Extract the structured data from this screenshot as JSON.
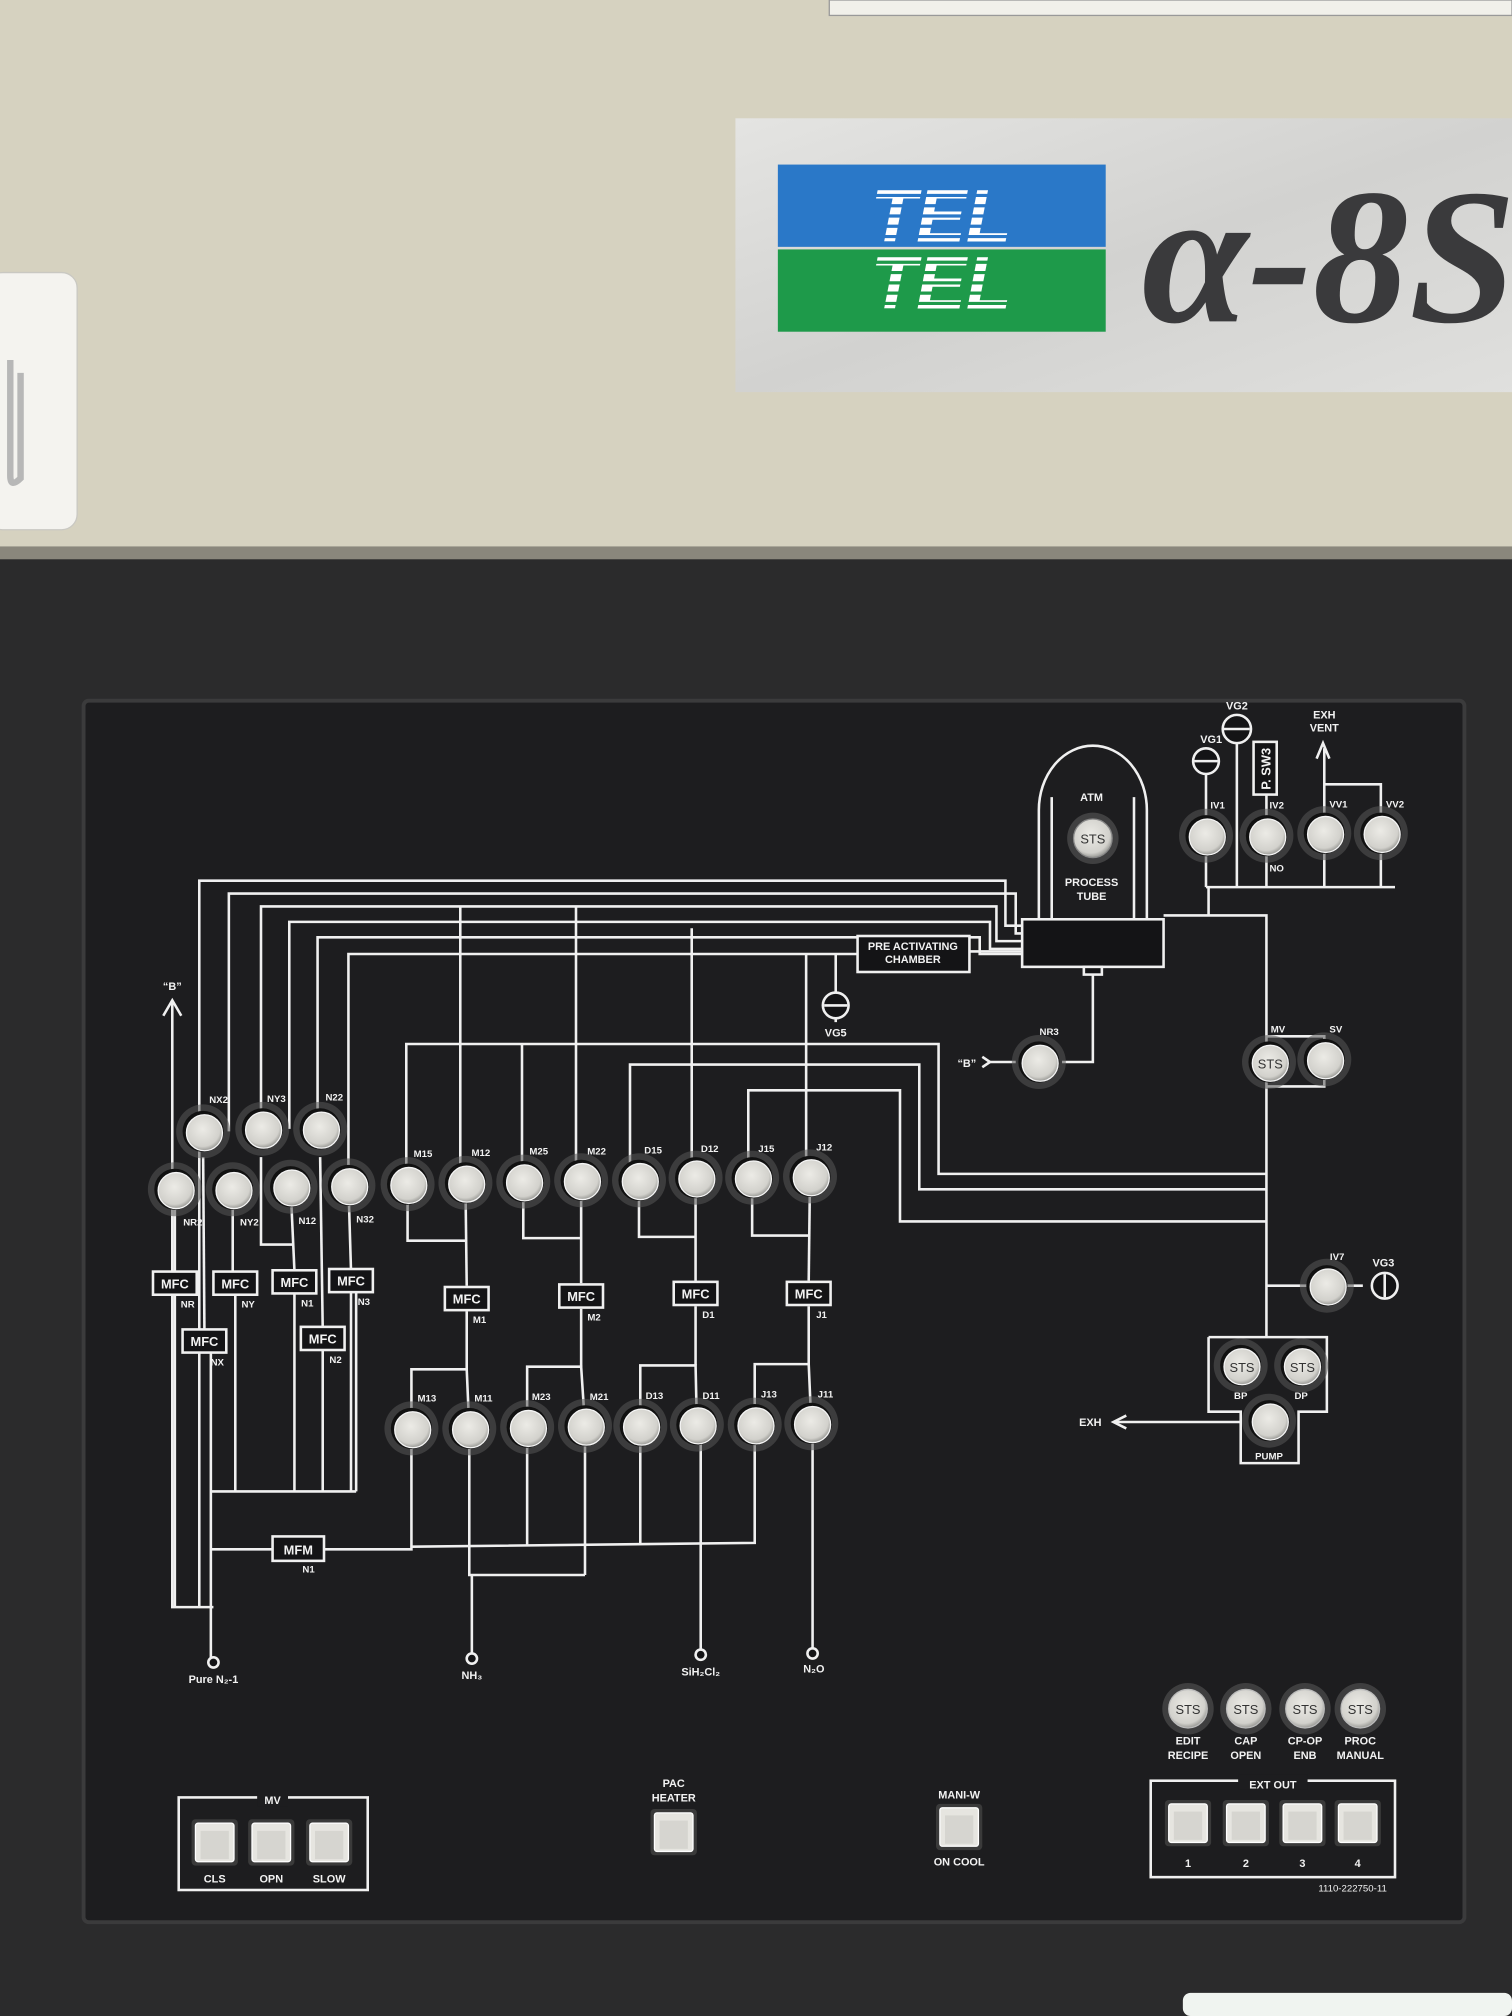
{
  "nameplate": {
    "logo_text": "TEL",
    "model": "α-8S",
    "logo_colors": {
      "top": "#2a78c8",
      "bottom": "#1e9a4a"
    }
  },
  "diagram": {
    "gauges": {
      "vg1": "VG1",
      "vg2": "VG2",
      "vg3": "VG3",
      "vg5": "VG5"
    },
    "process_tube": {
      "atm": "ATM",
      "sts": "STS",
      "title_line1": "PROCESS",
      "title_line2": "TUBE"
    },
    "pre_activating_chamber": {
      "line1": "PRE ACTIVATING",
      "line2": "CHAMBER"
    },
    "pressure_switch": "P. SW3",
    "exh_vent": {
      "line1": "EXH",
      "line2": "VENT"
    },
    "no_label": "NO",
    "b_port_left": "“B”",
    "b_port_right": "“B”",
    "exh": "EXH",
    "valves": [
      {
        "id": "nx2",
        "label": "NX2"
      },
      {
        "id": "ny3",
        "label": "NY3"
      },
      {
        "id": "n22",
        "label": "N22"
      },
      {
        "id": "nr2",
        "label": "NR2"
      },
      {
        "id": "ny2",
        "label": "NY2"
      },
      {
        "id": "n12",
        "label": "N12"
      },
      {
        "id": "n32",
        "label": "N32"
      },
      {
        "id": "m15",
        "label": "M15"
      },
      {
        "id": "m12",
        "label": "M12"
      },
      {
        "id": "m25",
        "label": "M25"
      },
      {
        "id": "m22",
        "label": "M22"
      },
      {
        "id": "d15",
        "label": "D15"
      },
      {
        "id": "d12",
        "label": "D12"
      },
      {
        "id": "j15",
        "label": "J15"
      },
      {
        "id": "j12",
        "label": "J12"
      },
      {
        "id": "m13",
        "label": "M13"
      },
      {
        "id": "m11",
        "label": "M11"
      },
      {
        "id": "m23",
        "label": "M23"
      },
      {
        "id": "m21",
        "label": "M21"
      },
      {
        "id": "d13",
        "label": "D13"
      },
      {
        "id": "d11",
        "label": "D11"
      },
      {
        "id": "j13",
        "label": "J13"
      },
      {
        "id": "j11",
        "label": "J11"
      },
      {
        "id": "nr3",
        "label": "NR3"
      },
      {
        "id": "iv1",
        "label": "IV1"
      },
      {
        "id": "iv2",
        "label": "IV2"
      },
      {
        "id": "vv1",
        "label": "VV1"
      },
      {
        "id": "vv2",
        "label": "VV2"
      },
      {
        "id": "mv",
        "label": "MV",
        "sts": "STS"
      },
      {
        "id": "sv",
        "label": "SV"
      },
      {
        "id": "iv7",
        "label": "IV7"
      },
      {
        "id": "bp",
        "label": "BP",
        "sts": "STS"
      },
      {
        "id": "dp",
        "label": "DP",
        "sts": "STS"
      },
      {
        "id": "pump",
        "label": "PUMP"
      }
    ],
    "mfcs": [
      {
        "label": "MFC",
        "tag": "NR"
      },
      {
        "label": "MFC",
        "tag": "NY"
      },
      {
        "label": "MFC",
        "tag": "N1"
      },
      {
        "label": "MFC",
        "tag": "N3"
      },
      {
        "label": "MFC",
        "tag": "NX"
      },
      {
        "label": "MFC",
        "tag": "N2"
      },
      {
        "label": "MFC",
        "tag": "M1"
      },
      {
        "label": "MFC",
        "tag": "M2"
      },
      {
        "label": "MFC",
        "tag": "D1"
      },
      {
        "label": "MFC",
        "tag": "J1"
      }
    ],
    "mfm": {
      "label": "MFM",
      "tag": "N1"
    },
    "sources": [
      "Pure N₂-1",
      "NH₃",
      "SiH₂Cl₂",
      "N₂O"
    ]
  },
  "status_buttons": [
    {
      "sts": "STS",
      "line1": "EDIT",
      "line2": "RECIPE"
    },
    {
      "sts": "STS",
      "line1": "CAP",
      "line2": "OPEN"
    },
    {
      "sts": "STS",
      "line1": "CP-OP",
      "line2": "ENB"
    },
    {
      "sts": "STS",
      "line1": "PROC",
      "line2": "MANUAL"
    }
  ],
  "ext_out": {
    "title": "EXT OUT",
    "buttons": [
      "1",
      "2",
      "3",
      "4"
    ]
  },
  "mv_panel": {
    "title": "MV",
    "buttons": [
      "CLS",
      "OPN",
      "SLOW"
    ]
  },
  "pac_heater": {
    "line1": "PAC",
    "line2": "HEATER"
  },
  "mani_w": {
    "top": "MANI-W",
    "bottom": "ON COOL"
  },
  "part_number": "1110-222750-11"
}
